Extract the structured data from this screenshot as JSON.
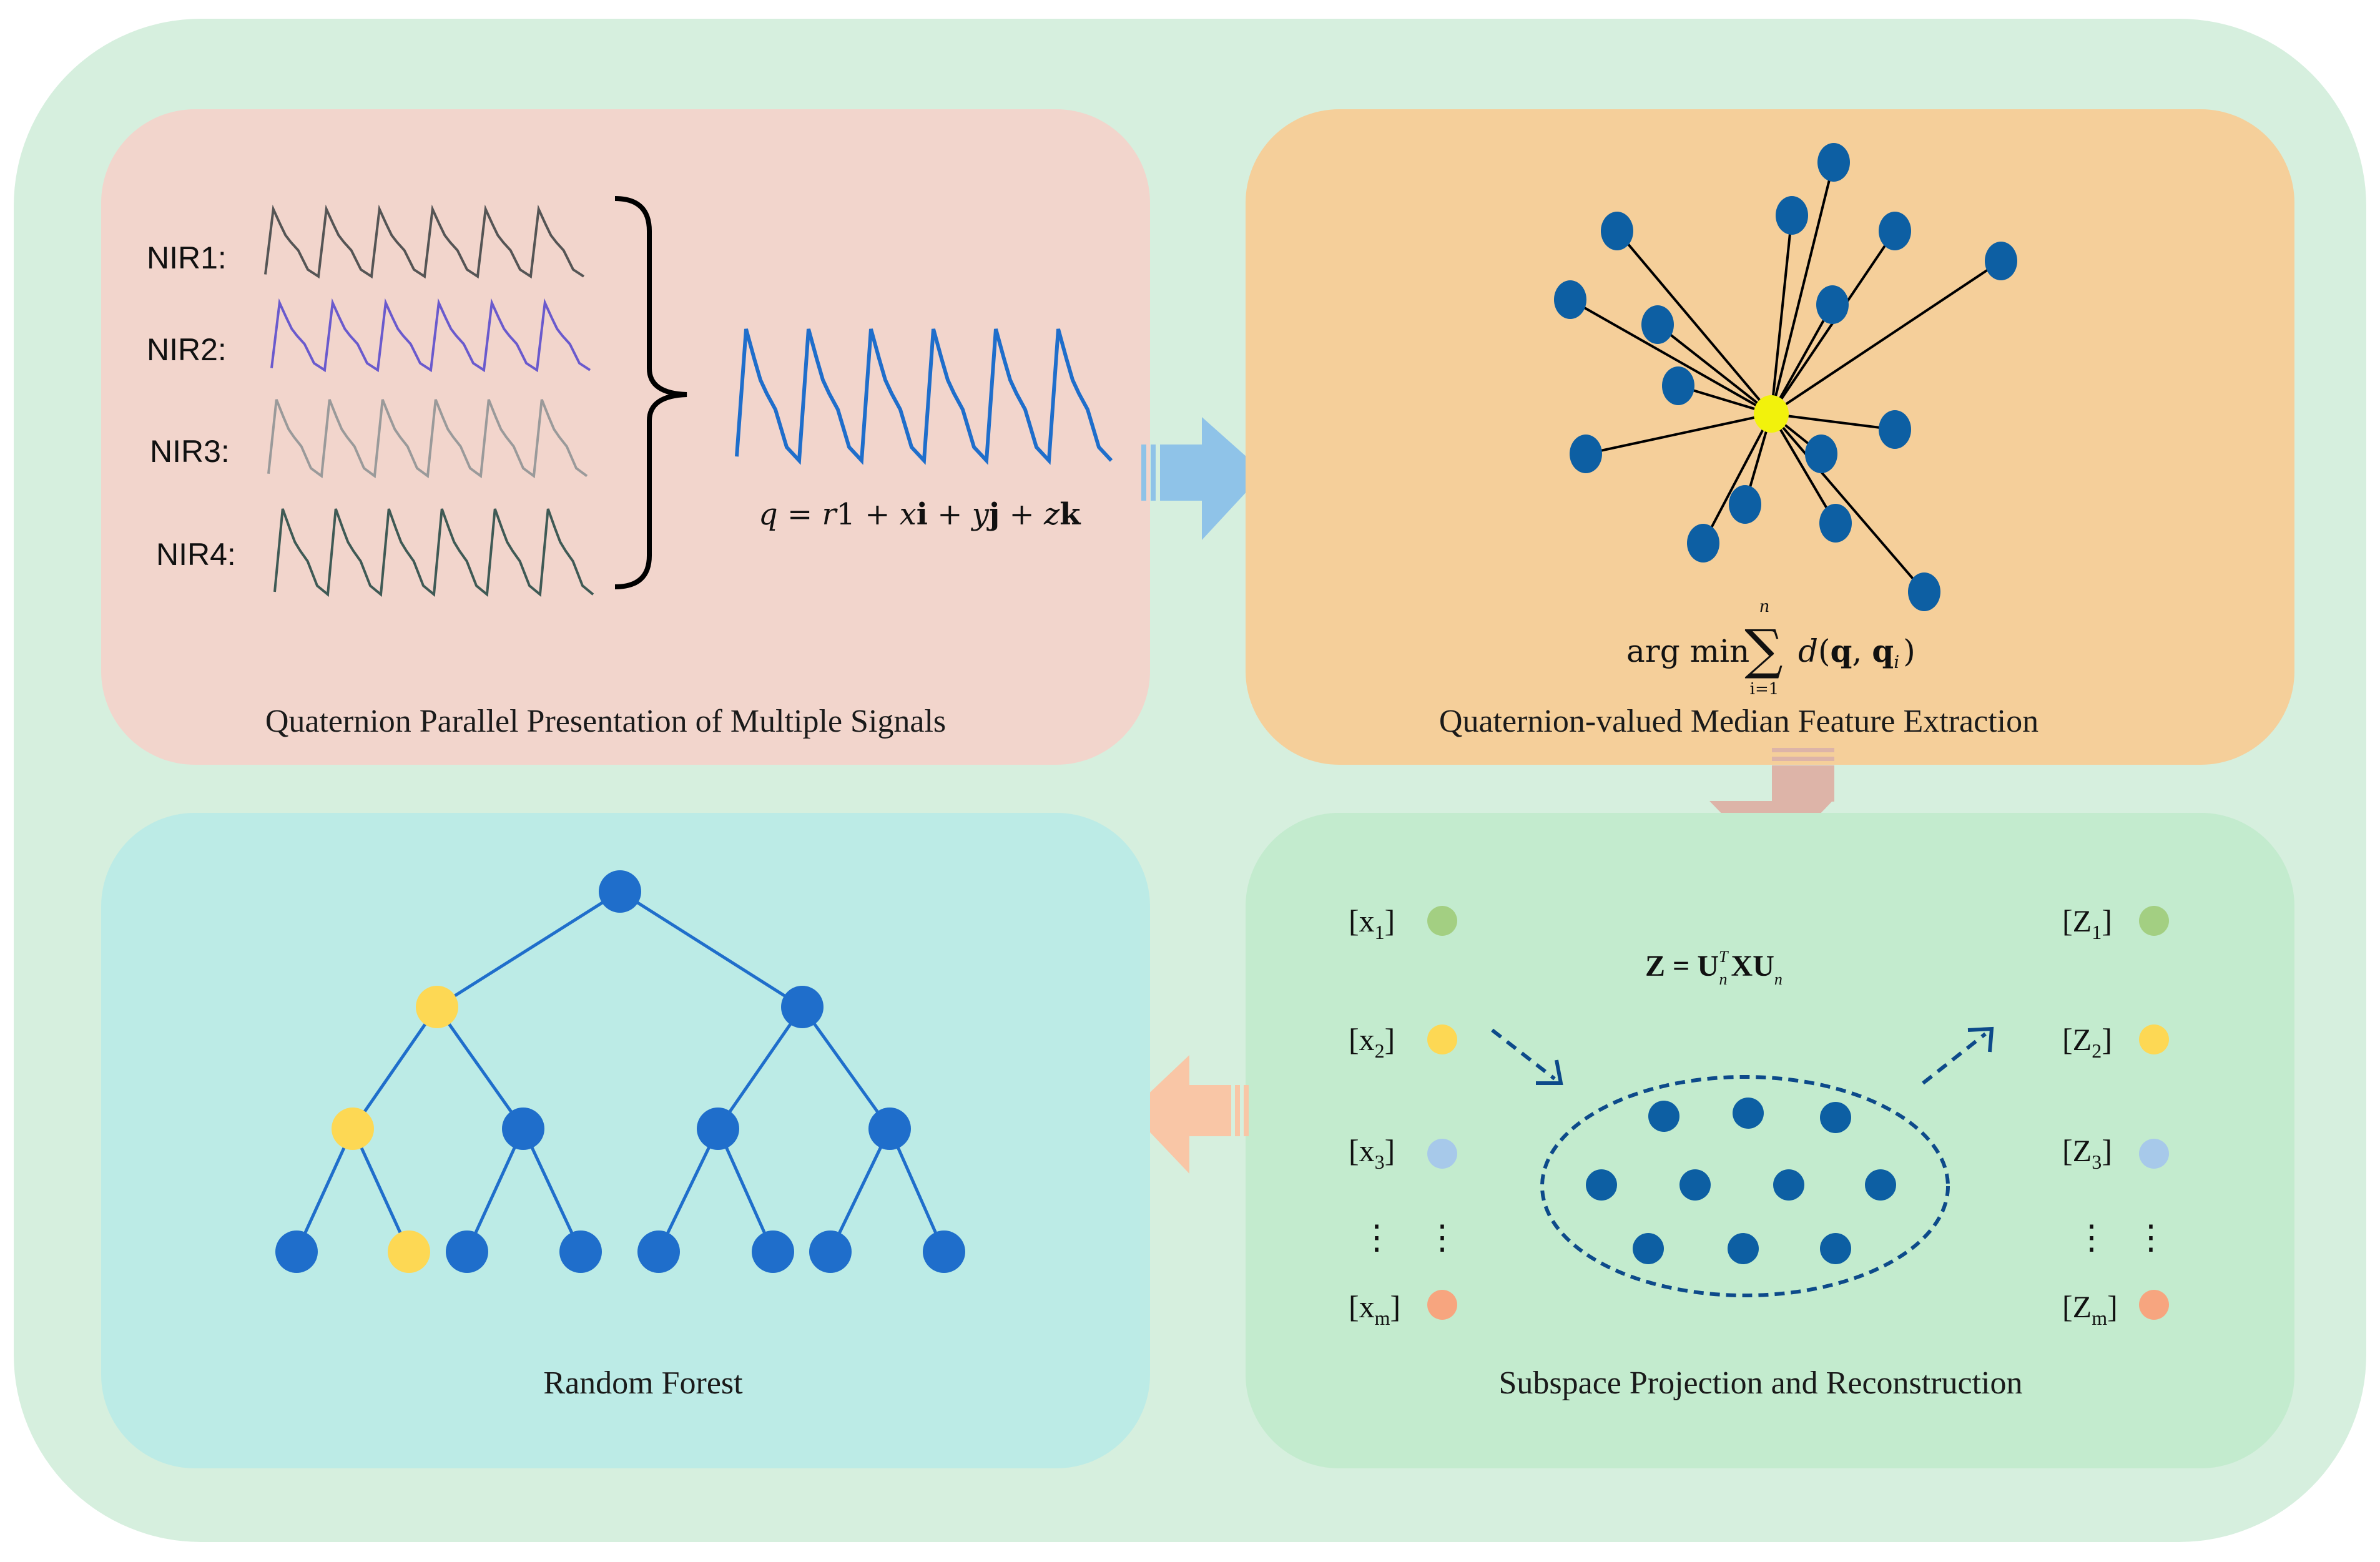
{
  "colors": {
    "outer_bg": "#d6efde",
    "panel_signals": "#f2d5cc",
    "panel_median": "#f5cf9a",
    "panel_subspace": "#c3ebce",
    "panel_forest": "#bcebe6",
    "node_blue": "#0d5fa3",
    "tree_blue": "#1f6ecb",
    "median_yellow": "#f2f20c",
    "leaf_yellow": "#fdd854",
    "arrow_blue": "#8fc3e8",
    "arrow_pink": "#ddb4a8",
    "arrow_peach": "#f9c6a6",
    "dot_green": "#a3cf82",
    "dot_yellow": "#fdd854",
    "dot_lightblue": "#a7c9ea",
    "dot_orange": "#f7a57f"
  },
  "panels": {
    "signals": {
      "title": "Quaternion Parallel Presentation of Multiple Signals",
      "labels": [
        "NIR1:",
        "NIR2:",
        "NIR3:",
        "NIR4:"
      ],
      "formula": {
        "q": "q",
        "eq": " = ",
        "r": "r",
        "one": "1 + ",
        "x": "x",
        "i": "i",
        "p1": " + ",
        "y": "y",
        "j": "j",
        "p2": " + ",
        "z": "z",
        "k": "k"
      }
    },
    "median": {
      "title": "Quaternion-valued Median Feature Extraction",
      "formula": {
        "argmin": "arg min",
        "sum": "∑",
        "upper": "n",
        "lower": "i=1",
        "d": "d",
        "open": "(",
        "q": "q",
        "comma": ", ",
        "qi": "q",
        "sub": "i",
        "close": ")"
      }
    },
    "subspace": {
      "title": "Subspace Projection and Reconstruction",
      "formula": {
        "Z": "Z",
        "eq": " = ",
        "U": "U",
        "sup": "T",
        "sub": "n",
        "X": "X",
        "U2": "U",
        "sub2": "n"
      },
      "left": [
        {
          "open": "[x",
          "sub": "1",
          "close": "]"
        },
        {
          "open": "[x",
          "sub": "2",
          "close": "]"
        },
        {
          "open": "[x",
          "sub": "3",
          "close": "]"
        },
        {
          "open": "[x",
          "sub": "m",
          "close": "]"
        }
      ],
      "right": [
        {
          "open": "[Z",
          "sub": "1",
          "close": "]"
        },
        {
          "open": "[Z",
          "sub": "2",
          "close": "]"
        },
        {
          "open": "[Z",
          "sub": "3",
          "close": "]"
        },
        {
          "open": "[Z",
          "sub": "m",
          "close": "]"
        }
      ],
      "ellipsis": "⋮"
    },
    "forest": {
      "title": "Random Forest"
    }
  }
}
